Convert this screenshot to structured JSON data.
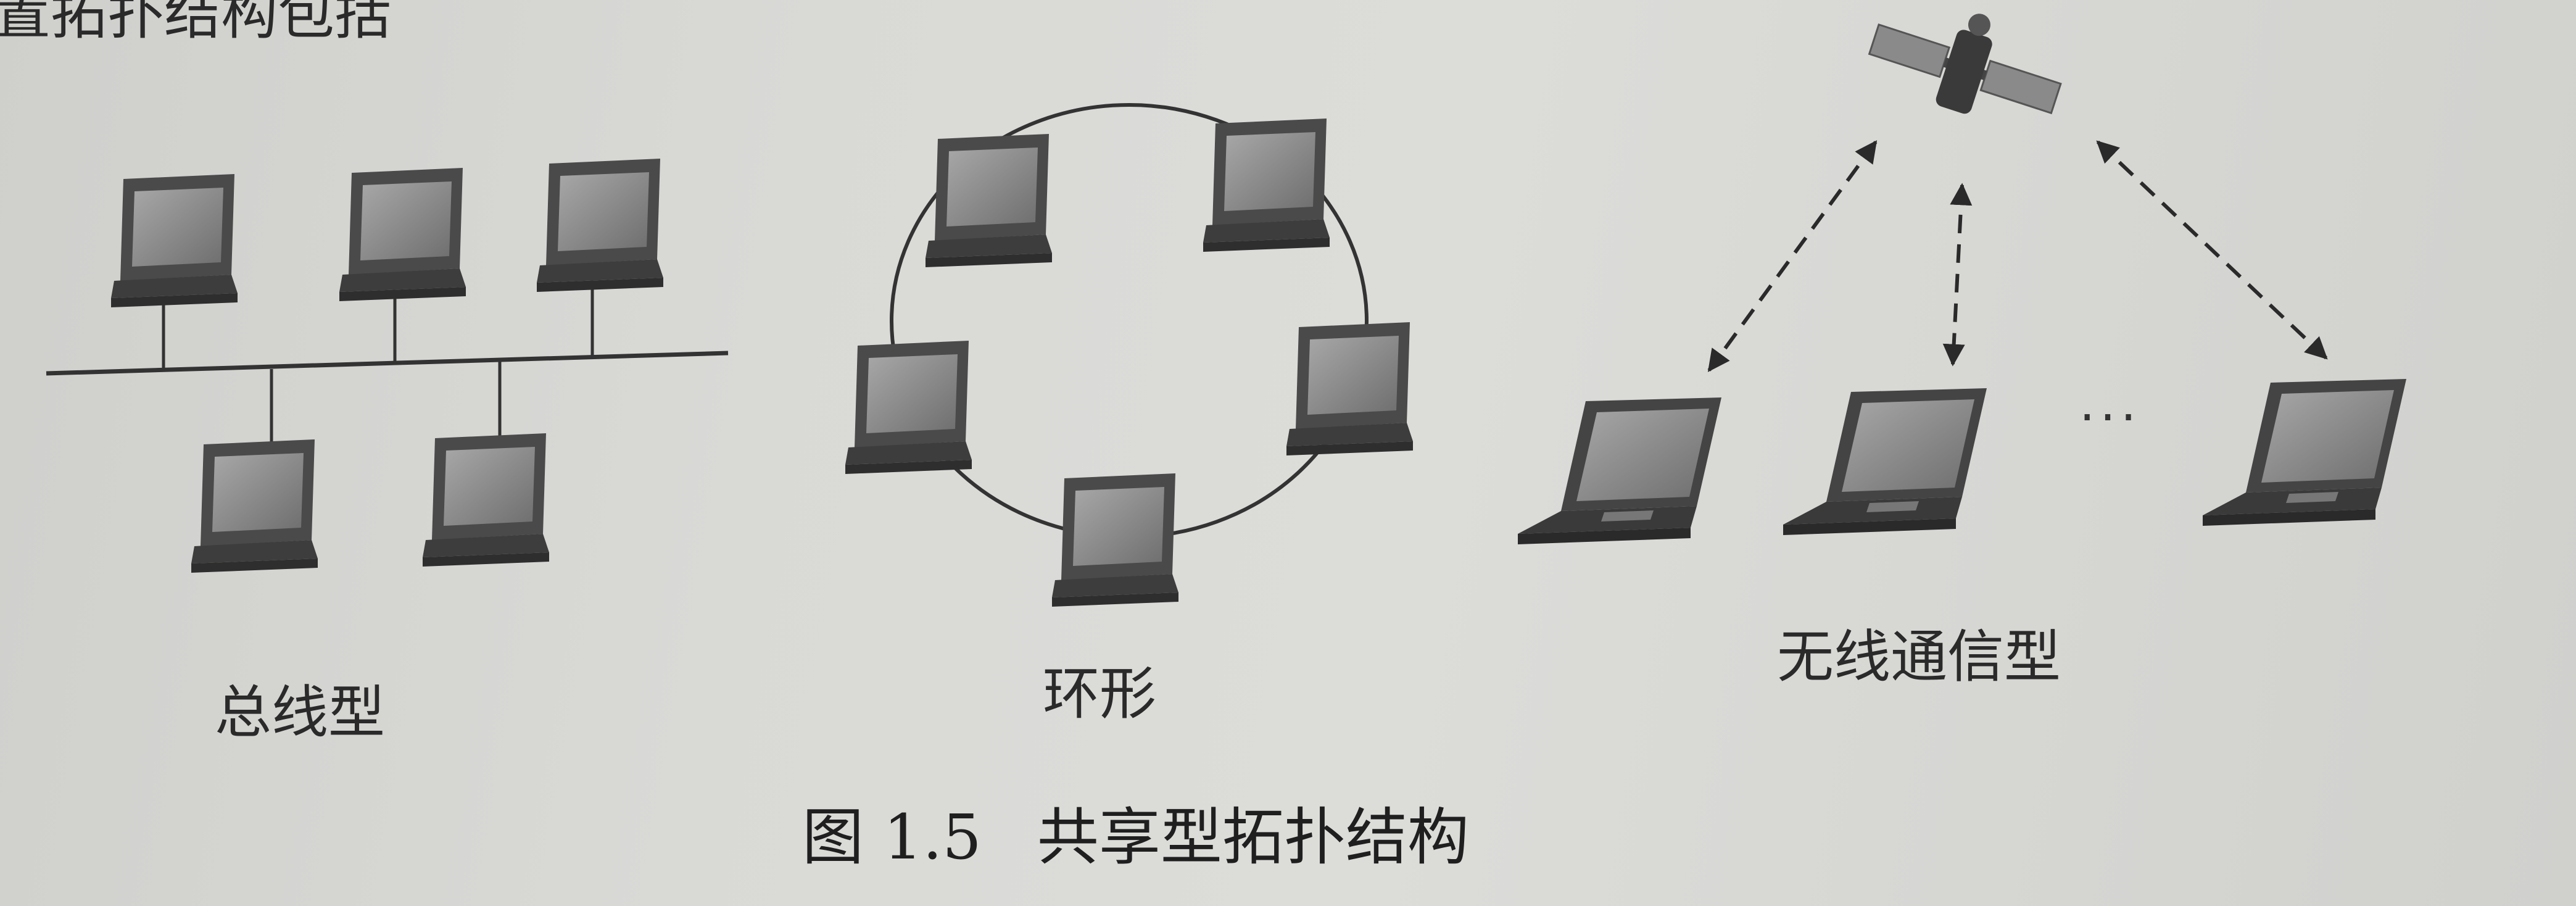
{
  "top_cropped_text": "置拓扑结构包括",
  "labels": {
    "bus": "总线型",
    "ring": "环形",
    "wireless": "无线通信型"
  },
  "wireless_ellipsis": "···",
  "caption": {
    "number": "图 1.5",
    "title": "共享型拓扑结构"
  },
  "colors": {
    "ink": "#2a2a2a",
    "background": "#d6d6d3",
    "screen": "#8d8d8d",
    "device_body": "#5a5a5a"
  },
  "icons": [
    "desktop-monitor-icon",
    "laptop-icon",
    "satellite-icon"
  ]
}
